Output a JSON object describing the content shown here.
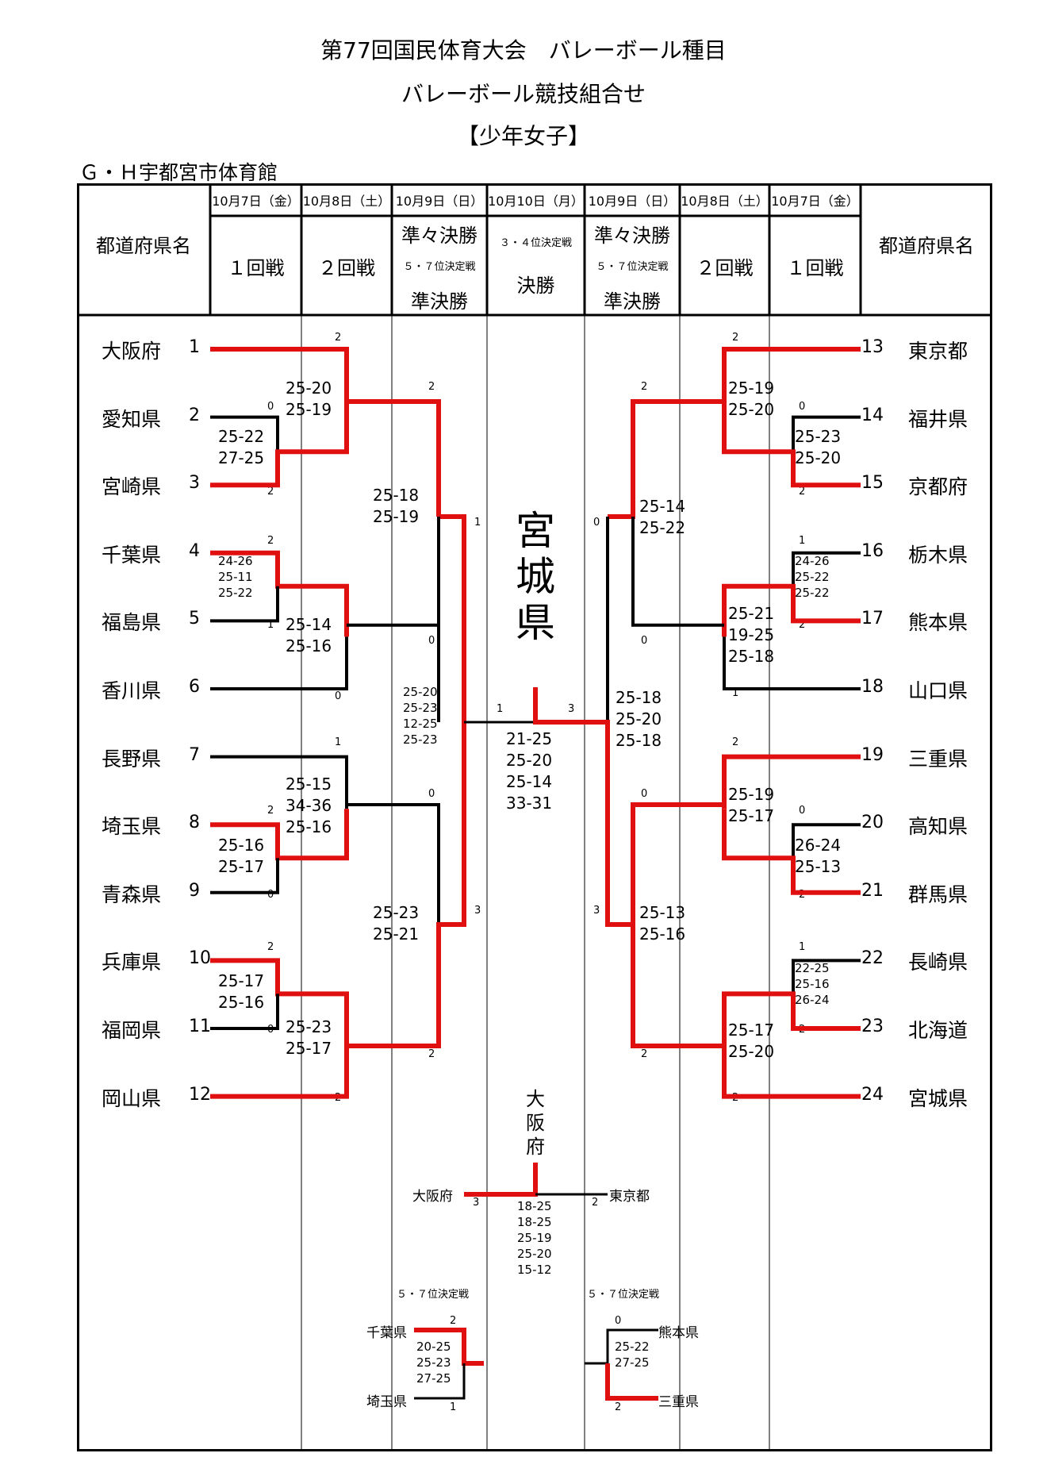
{
  "header": {
    "title_line1": "第77回国民体育大会　バレーボール種目",
    "title_line2": "バレーボール競技組合せ",
    "title_line3": "【少年女子】",
    "venue": "Ｇ・Ｈ宇都宮市体育館"
  },
  "table_header": {
    "prefecture_col": "都道府県名",
    "dates": [
      "10月7日（金）",
      "10月8日（土）",
      "10月9日（日）",
      "10月10日（月）",
      "10月9日（日）",
      "10月8日（土）",
      "10月7日（金）"
    ],
    "round1": "１回戦",
    "round2": "２回戦",
    "quarterfinal": "準々決勝",
    "place57": "５・７位決定戦",
    "semifinal": "準決勝",
    "place34": "３・４位決定戦",
    "final": "決勝"
  },
  "left_teams": [
    {
      "name": "大阪府",
      "seed": "1"
    },
    {
      "name": "愛知県",
      "seed": "2"
    },
    {
      "name": "宮崎県",
      "seed": "3"
    },
    {
      "name": "千葉県",
      "seed": "4"
    },
    {
      "name": "福島県",
      "seed": "5"
    },
    {
      "name": "香川県",
      "seed": "6"
    },
    {
      "name": "長野県",
      "seed": "7"
    },
    {
      "name": "埼玉県",
      "seed": "8"
    },
    {
      "name": "青森県",
      "seed": "9"
    },
    {
      "name": "兵庫県",
      "seed": "10"
    },
    {
      "name": "福岡県",
      "seed": "11"
    },
    {
      "name": "岡山県",
      "seed": "12"
    }
  ],
  "right_teams": [
    {
      "name": "東京都",
      "seed": "13"
    },
    {
      "name": "福井県",
      "seed": "14"
    },
    {
      "name": "京都府",
      "seed": "15"
    },
    {
      "name": "栃木県",
      "seed": "16"
    },
    {
      "name": "熊本県",
      "seed": "17"
    },
    {
      "name": "山口県",
      "seed": "18"
    },
    {
      "name": "三重県",
      "seed": "19"
    },
    {
      "name": "高知県",
      "seed": "20"
    },
    {
      "name": "群馬県",
      "seed": "21"
    },
    {
      "name": "長崎県",
      "seed": "22"
    },
    {
      "name": "北海道",
      "seed": "23"
    },
    {
      "name": "宮城県",
      "seed": "24"
    }
  ],
  "scores": {
    "l_r1_2v3": [
      "25-22",
      "27-25"
    ],
    "l_r1_4v5": [
      "24-26",
      "25-11",
      "25-22"
    ],
    "l_r1_8v9": [
      "25-16",
      "25-17"
    ],
    "l_r1_10v11": [
      "25-17",
      "25-16"
    ],
    "l_r2_1": [
      "25-20",
      "25-19"
    ],
    "l_r2_2": [
      "25-14",
      "25-16"
    ],
    "l_r2_3": [
      "25-15",
      "34-36",
      "25-16"
    ],
    "l_r2_4": [
      "25-23",
      "25-17"
    ],
    "l_qf_1": [
      "25-18",
      "25-19"
    ],
    "l_qf_2": [
      "25-23",
      "25-21"
    ],
    "l_sf": [
      "25-20",
      "25-23",
      "12-25",
      "25-23"
    ],
    "r_r1_14v15": [
      "25-23",
      "25-20"
    ],
    "r_r1_16v17": [
      "24-26",
      "25-22",
      "25-22"
    ],
    "r_r1_20v21": [
      "26-24",
      "25-13"
    ],
    "r_r1_22v23": [
      "22-25",
      "25-16",
      "26-24"
    ],
    "r_r2_1": [
      "25-19",
      "25-20"
    ],
    "r_r2_2": [
      "25-21",
      "19-25",
      "25-18"
    ],
    "r_r2_3": [
      "25-19",
      "25-17"
    ],
    "r_r2_4": [
      "25-17",
      "25-20"
    ],
    "r_qf_1": [
      "25-14",
      "25-22"
    ],
    "r_qf_2": [
      "25-13",
      "25-16"
    ],
    "r_sf": [
      "25-18",
      "25-20",
      "25-18"
    ],
    "final": [
      "21-25",
      "25-20",
      "25-14",
      "33-31"
    ],
    "third": [
      "18-25",
      "18-25",
      "25-19",
      "25-20",
      "15-12"
    ],
    "p57_left": [
      "20-25",
      "25-23",
      "27-25"
    ],
    "p57_right": [
      "25-22",
      "27-25"
    ]
  },
  "set_counts": {
    "l1": "2",
    "l2": "0",
    "l3": "2",
    "l4": "2",
    "l5": "1",
    "l6": "0",
    "l7": "1",
    "l8": "2",
    "l9": "0",
    "l10": "2",
    "l11": "0",
    "l12": "2",
    "l_r2a_top": "2",
    "l_r2a_bot": "0",
    "l_r2b_top": "2",
    "l_r2b_bot": "0",
    "l_r2c_top": "0",
    "l_r2d_bot": "2",
    "l_sf_top": "1",
    "l_sf_bot": "3",
    "r13": "2",
    "r14": "0",
    "r15": "2",
    "r16": "1",
    "r17": "2",
    "r18": "1",
    "r19": "2",
    "r20": "0",
    "r21": "2",
    "r22": "1",
    "r23": "2",
    "r24": "2",
    "r_r2a_top": "2",
    "r_r2a_bot": "0",
    "r_r2b_bot": "0",
    "r_r2c_top": "0",
    "r_r2d_bot": "2",
    "r_sf_top": "0",
    "r_sf_bot": "3",
    "final_left": "1",
    "final_right": "3",
    "third_left": "3",
    "third_right": "2",
    "p57_l_top": "2",
    "p57_l_bot": "1",
    "p57_r_top": "0",
    "p57_r_bot": "2"
  },
  "champion": "宮\n城\n県",
  "third_place_winner": "大\n阪\n府",
  "third_place": {
    "left": "大阪府",
    "right": "東京都"
  },
  "place57": {
    "label": "５・７位決定戦",
    "left_top": "千葉県",
    "left_bot": "埼玉県",
    "right_top": "熊本県",
    "right_bot": "三重県"
  },
  "colors": {
    "winner_line": "#e01010",
    "loser_line": "#000000"
  }
}
